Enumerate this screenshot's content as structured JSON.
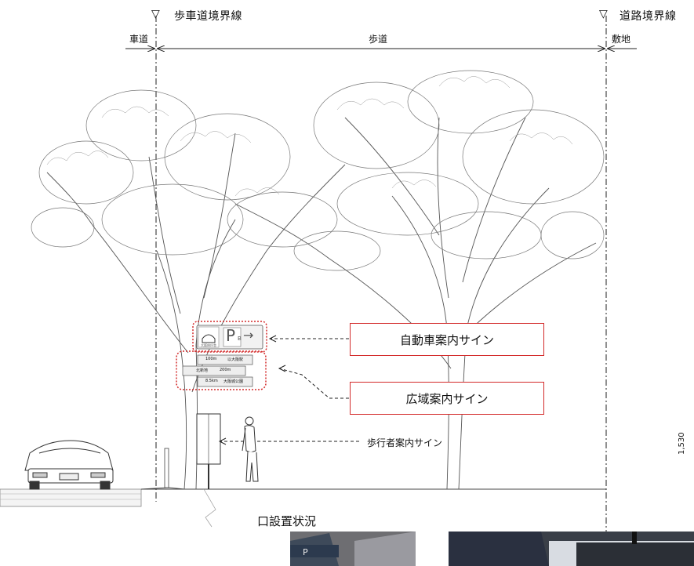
{
  "markers": {
    "curb_line": "歩車道境界線",
    "road_line": "道路境界線",
    "triangle_symbol": "▽"
  },
  "zones": {
    "roadway": "車道",
    "sidewalk": "歩道",
    "site": "敷地"
  },
  "callouts": {
    "vehicle_sign": "自動車案内サイン",
    "wide_area_sign": "広域案内サイン",
    "pedestrian_sign": "歩行者案内サイン"
  },
  "sign_panels": {
    "vehicle_p": "P",
    "vehicle_sub": "B",
    "vehicle_arrow": "→",
    "car_caption": "大阪府庁舎",
    "row1_left": "100m",
    "row1_right": "以大阪駅",
    "row2_left": "北新地",
    "row2_right": "200m",
    "row3_left": "8.5km",
    "row3_right": "大阪城公園"
  },
  "dimension": {
    "height_value": "1,530"
  },
  "section_title": "口設置状況",
  "photo_sign_text": "P",
  "colors": {
    "callout_border": "#d32a2a",
    "line": "#222222",
    "tree": "#555555"
  }
}
